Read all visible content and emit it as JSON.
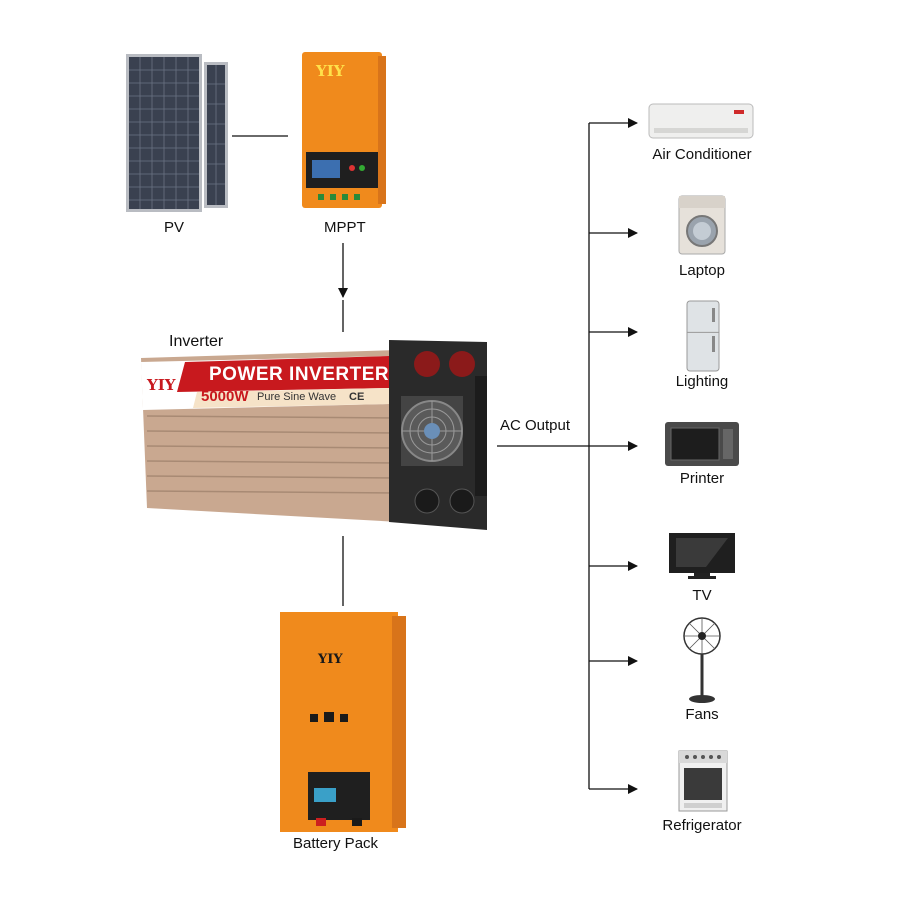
{
  "sources": {
    "pv": "PV",
    "mppt": "MPPT",
    "inverter": "Inverter",
    "battery": "Battery Pack",
    "ac_output": "AC Output"
  },
  "brand": {
    "logo": "YIY",
    "inverter_title": "POWER INVERTER",
    "inverter_power": "5000W",
    "inverter_wave": "Pure Sine Wave",
    "inverter_mark": "CE"
  },
  "loads": [
    {
      "label": "Air Conditioner",
      "icon": "air-conditioner-icon"
    },
    {
      "label": "Laptop",
      "icon": "washing-machine-icon"
    },
    {
      "label": "Lighting",
      "icon": "refrigerator-icon"
    },
    {
      "label": "Printer",
      "icon": "microwave-icon"
    },
    {
      "label": "TV",
      "icon": "tv-icon"
    },
    {
      "label": "Fans",
      "icon": "fan-icon"
    },
    {
      "label": "Refrigerator",
      "icon": "stove-icon"
    }
  ],
  "colors": {
    "orange": "#f08a1c",
    "inverter_body": "#c9a890",
    "inverter_banner": "#c8191e",
    "line": "#111111"
  }
}
